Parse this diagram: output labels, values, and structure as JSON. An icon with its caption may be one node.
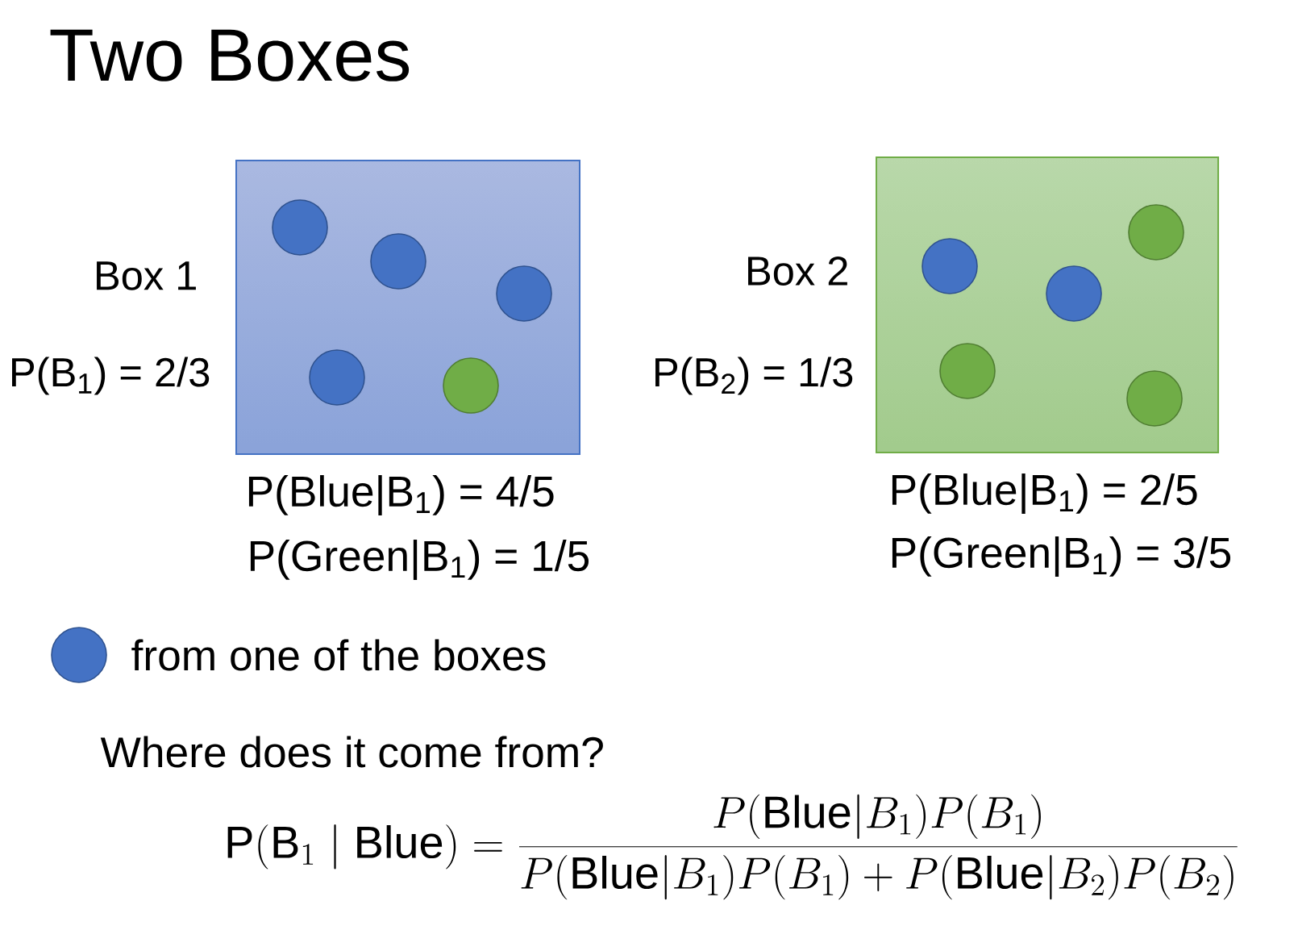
{
  "diagram": {
    "title": "Two Boxes",
    "nodes": [
      {
        "text": [
          "Box 1"
        ],
        "beside": [
          "P(B$_{1}$) = 2/3",
          "P(Blue|B$_{1}$) = 4/5",
          "P(Green|B$_{1}$) = 1/5"
        ]
      },
      {
        "text": [],
        "shape": "circle",
        "in": 0
      },
      {
        "text": [],
        "shape": "circle",
        "in": 0
      },
      {
        "text": [],
        "shape": "circle",
        "in": 0
      },
      {
        "text": [],
        "shape": "circle",
        "in": 0
      },
      {
        "text": [],
        "shape": "circle",
        "in": 0
      },
      {
        "text": [
          "Box 2"
        ],
        "beside": [
          "P(B$_{2}$) = 1/3",
          "P(Blue|B$_{1}$) = 2/5",
          "P(Green|B$_{1}$) = 3/5"
        ]
      },
      {
        "text": [],
        "shape": "circle",
        "in": 6
      },
      {
        "text": [],
        "shape": "circle",
        "in": 6
      },
      {
        "text": [],
        "shape": "circle",
        "in": 6
      },
      {
        "text": [],
        "shape": "circle",
        "in": 6
      },
      {
        "text": [],
        "shape": "circle",
        "in": 6
      },
      {
        "text": [],
        "shape": "circle",
        "beside": [
          "from one of the boxes"
        ]
      }
    ],
    "labels": [
      "Where does it come from?",
      "\\mathrm{P}(\\mathrm{B}_{1}\\mid\\mathrm{Blue}) = \\frac{P(\\mathrm{Blue}|B_{1})P(B_{1})}{P(\\mathrm{Blue}|B_{1})P(B_{1})+P(\\mathrm{Blue}|B_{2})P(B_{2})}"
    ]
  }
}
